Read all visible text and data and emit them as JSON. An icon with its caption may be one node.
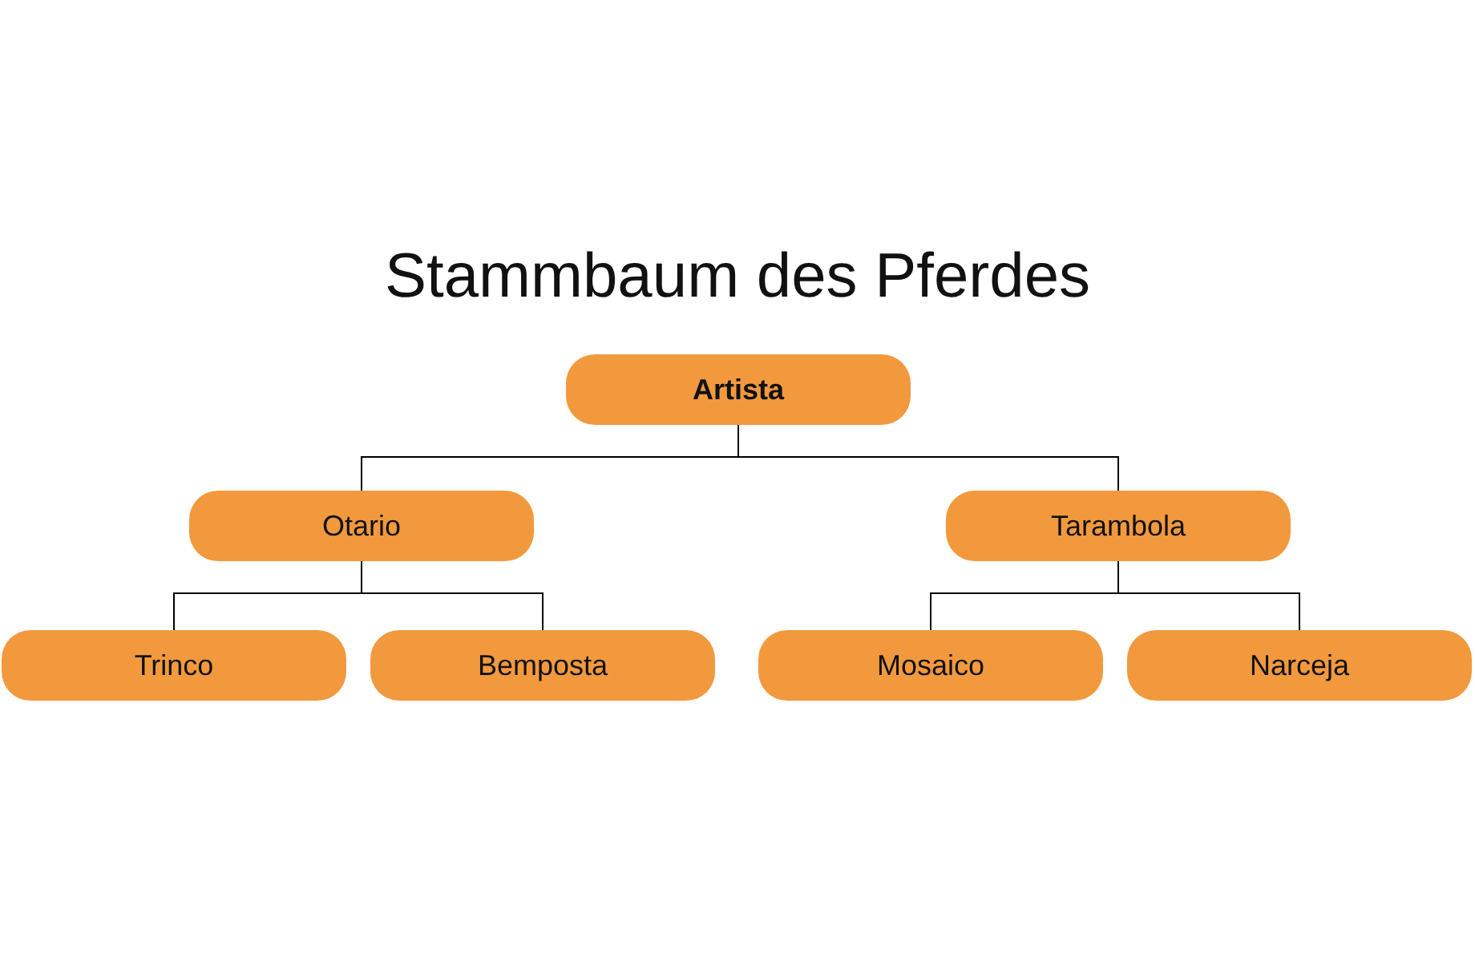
{
  "diagram": {
    "title": "Stammbaum des Pferdes",
    "nodes": [
      {
        "text": [
          "Artista"
        ]
      },
      {
        "text": [
          "Otario"
        ]
      },
      {
        "text": [
          "Tarambola"
        ]
      },
      {
        "text": [
          "Trinco"
        ]
      },
      {
        "text": [
          "Bemposta"
        ]
      },
      {
        "text": [
          "Mosaico"
        ]
      },
      {
        "text": [
          "Narceja"
        ]
      }
    ],
    "edges": [
      {
        "from": 0,
        "to": 1,
        "arrow": "none"
      },
      {
        "from": 0,
        "to": 2,
        "arrow": "none"
      },
      {
        "from": 1,
        "to": 3,
        "arrow": "none"
      },
      {
        "from": 1,
        "to": 4,
        "arrow": "none"
      },
      {
        "from": 2,
        "to": 5,
        "arrow": "none"
      },
      {
        "from": 2,
        "to": 6,
        "arrow": "none"
      }
    ]
  }
}
